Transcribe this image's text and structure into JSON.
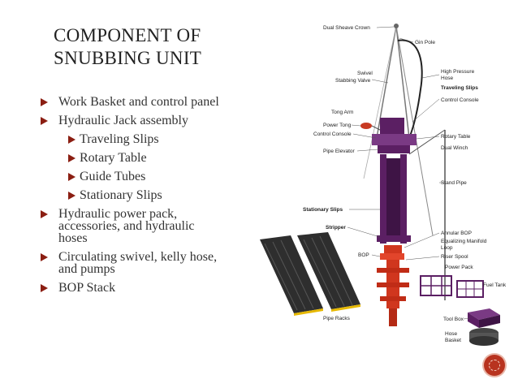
{
  "slide": {
    "title_line1": "COMPONENT OF",
    "title_line2": "SNUBBING UNIT",
    "bullets": [
      {
        "level": 1,
        "lines": [
          "Work Basket and control panel"
        ]
      },
      {
        "level": 1,
        "lines": [
          "Hydraulic Jack assembly"
        ]
      },
      {
        "level": 2,
        "lines": [
          "Traveling Slips"
        ]
      },
      {
        "level": 2,
        "lines": [
          "Rotary Table"
        ]
      },
      {
        "level": 2,
        "lines": [
          "Guide Tubes"
        ]
      },
      {
        "level": 2,
        "lines": [
          "Stationary Slips"
        ]
      },
      {
        "level": 1,
        "lines": [
          "Hydraulic power pack,",
          "accessories, and hydraulic",
          "hoses"
        ]
      },
      {
        "level": 1,
        "lines": [
          "Circulating swivel, kelly hose,",
          "and pumps"
        ]
      },
      {
        "level": 1,
        "lines": [
          "BOP Stack"
        ]
      }
    ]
  },
  "diagram": {
    "labels": {
      "dual_sheave_crown": "Dual Sheave Crown",
      "gin_pole": "Gin Pole",
      "swivel": "Swivel",
      "stabbing_valve": "Stabbing Valve",
      "high_pressure_hose_1": "High Pressure",
      "high_pressure_hose_2": "Hose",
      "traveling_slips": "Traveling Slips",
      "control_console_right": "Control Console",
      "tong_arm": "Tong Arm",
      "power_tong": "Power Tong",
      "control_console_left": "Control Console",
      "rotary_table": "Rotary Table",
      "dual_winch": "Dual Winch",
      "pipe_elevator": "Pipe Elevator",
      "stand_pipe": "Stand Pipe",
      "stationary_slips": "Stationary Slips",
      "stripper": "Stripper",
      "annular_bop": "Annular BOP",
      "equalizing_manifold_1": "Equalizing Manifold",
      "equalizing_manifold_2": "Loop",
      "bop": "BOP",
      "riser_spool": "Riser Spool",
      "power_pack": "Power Pack",
      "fuel_tank": "Fuel Tank",
      "pipe_racks": "Pipe Racks",
      "tool_box": "Tool Box",
      "hose_basket_1": "Hose",
      "hose_basket_2": "Basket"
    },
    "colors": {
      "structure": "#5b1f63",
      "bop": "#d0361e",
      "pipe_rack": "#2e2e2e",
      "pipe_end": "#e6b800"
    }
  }
}
